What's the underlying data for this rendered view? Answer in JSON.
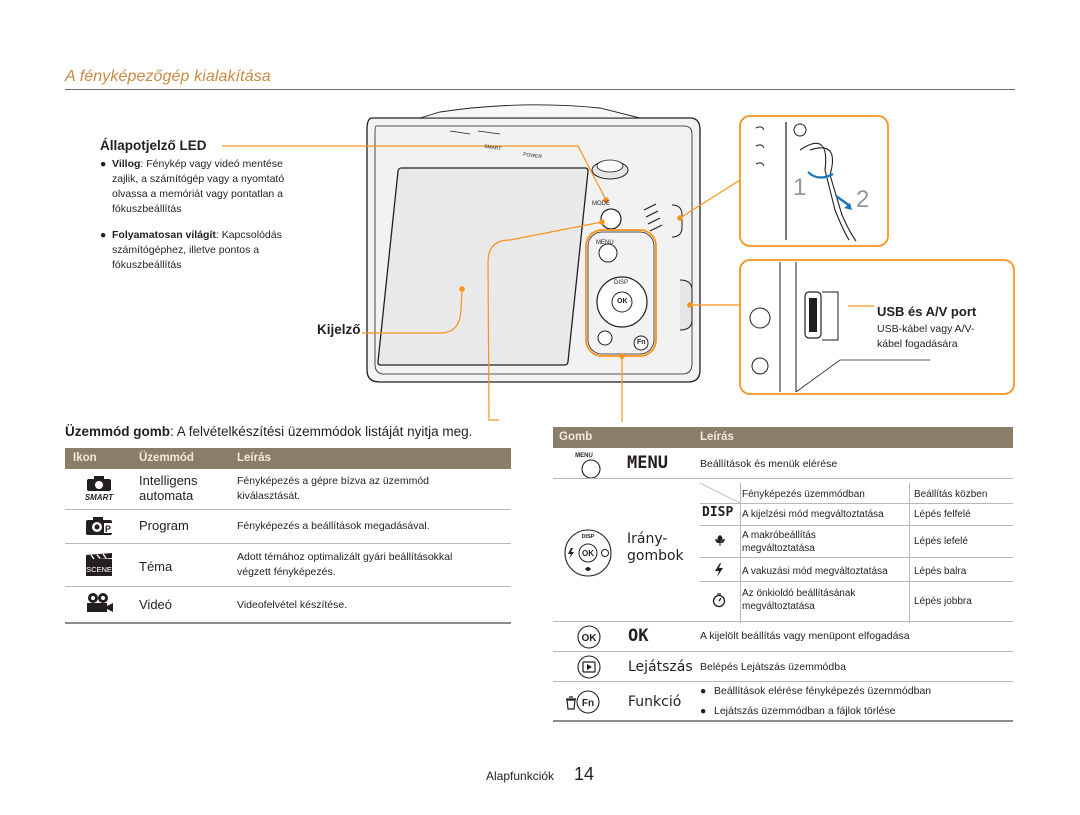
{
  "header": {
    "title": "A fényképezőgép kialakítása"
  },
  "status_led": {
    "title": "Állapotjelző LED",
    "items": [
      {
        "term": "Villog",
        "lines": [
          ": Fénykép vagy videó mentése",
          "zajlik, a számítógép vagy a nyomtató",
          "olvassa a memóriát vagy pontatlan a",
          "fókuszbeállítás"
        ]
      },
      {
        "term": "Folyamatosan világít",
        "lines": [
          ": Kapcsolódás",
          "számítógéphez, illetve pontos a",
          "fókuszbeállítás"
        ]
      }
    ]
  },
  "display_label": "Kijelző",
  "camera_labels": {
    "mode": "MODE",
    "menu": "MENU",
    "disp": "DISP",
    "ok": "OK",
    "fn": "Fn",
    "smart": "SMART",
    "power": "POWER"
  },
  "strap": {
    "step1": "1",
    "step2": "2"
  },
  "usb": {
    "title": "USB és A/V port",
    "desc_lines": [
      "USB-kábel vagy A/V-",
      "kábel fogadására"
    ]
  },
  "mode_button": {
    "term": "Üzemmód gomb",
    "desc": ": A felvételkészítési üzemmódok listáját nyitja meg."
  },
  "mode_table": {
    "headers": [
      "Ikon",
      "Üzemmód",
      "Leírás"
    ],
    "rows": [
      {
        "icon": "smart-auto-icon",
        "name_lines": [
          "Intelligens",
          "automata"
        ],
        "desc_lines": [
          "Fényképezés a gépre bízva az üzemmód",
          "kiválasztását."
        ]
      },
      {
        "icon": "program-icon",
        "name_lines": [
          "Program"
        ],
        "desc_lines": [
          "Fényképezés a beállítások megadásával."
        ]
      },
      {
        "icon": "scene-icon",
        "icon_text": "SCENE",
        "name_lines": [
          "Téma"
        ],
        "desc_lines": [
          "Adott témához optimalizált gyári beállításokkal",
          "végzett fényképezés."
        ]
      },
      {
        "icon": "movie-icon",
        "name_lines": [
          "Videó"
        ],
        "desc_lines": [
          "Videofelvétel készítése."
        ]
      }
    ]
  },
  "button_table": {
    "headers": [
      "Gomb",
      "Leírás"
    ],
    "menu": {
      "label": "MENU",
      "desc": "Beállítások és menük elérése"
    },
    "direction": {
      "name_lines": [
        "Irány-",
        "gombok"
      ],
      "sub_headers": [
        "Fényképezés üzemmódban",
        "Beállítás közben"
      ],
      "rows": [
        {
          "icon": "disp-icon",
          "icon_text": "DISP",
          "lines": [
            "A kijelzési mód megváltoztatása"
          ],
          "action": "Lépés felfelé"
        },
        {
          "icon": "macro-icon",
          "lines": [
            "A makróbeállítás",
            "megváltoztatása"
          ],
          "action": "Lépés lefelé"
        },
        {
          "icon": "flash-icon",
          "lines": [
            "A vakuzási mód megváltoztatása"
          ],
          "action": "Lépés balra"
        },
        {
          "icon": "timer-icon",
          "lines": [
            "Az önkioldó beállításának",
            "megváltoztatása"
          ],
          "action": "Lépés jobbra"
        }
      ]
    },
    "ok": {
      "label": "OK",
      "desc": "A kijelölt beállítás vagy menüpont elfogadása"
    },
    "playback": {
      "label": "Lejátszás",
      "desc": "Belépés Lejátszás üzemmódba"
    },
    "function": {
      "label": "Funkció",
      "bullets": [
        "Beállítások elérése fényképezés üzemmódban",
        "Lejátszás üzemmódban a fájlok törlése"
      ]
    }
  },
  "footer": {
    "section": "Alapfunkciók",
    "page": "14"
  },
  "colors": {
    "accent": "#f7941d",
    "title": "#c98a45",
    "table_header": "#8a7d6a"
  }
}
